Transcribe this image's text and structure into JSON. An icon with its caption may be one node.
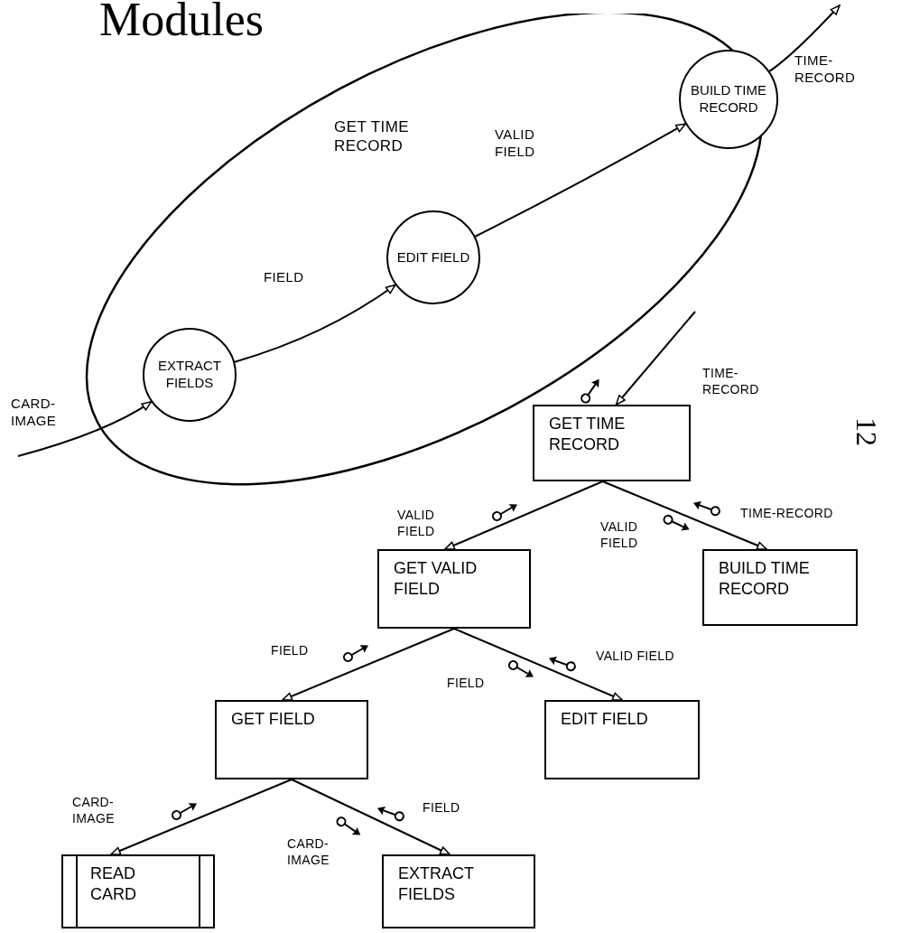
{
  "diagram": {
    "title": "Modules",
    "nodes": [
      {
        "text": [
          "GET TIME RECORD"
        ]
      },
      {
        "text": [
          "EXTRACT FIELDS"
        ],
        "in": 0
      },
      {
        "text": [
          "EDIT FIELD"
        ],
        "in": 0
      },
      {
        "text": [
          "BUILD TIME RECORD"
        ]
      },
      {
        "text": [
          "GET TIME RECORD"
        ]
      },
      {
        "text": [
          "GET VALID FIELD"
        ]
      },
      {
        "text": [
          "BUILD TIME RECORD"
        ]
      },
      {
        "text": [
          "GET FIELD"
        ]
      },
      {
        "text": [
          "EDIT FIELD"
        ]
      },
      {
        "text": [
          "READ CARD"
        ]
      },
      {
        "text": [
          "EXTRACT FIELDS"
        ]
      }
    ],
    "edges": [
      {
        "from": null,
        "to": 1,
        "arrow": "to",
        "label": "CARD-IMAGE"
      },
      {
        "from": 1,
        "to": 2,
        "arrow": "to",
        "label": "FIELD"
      },
      {
        "from": 2,
        "to": 3,
        "arrow": "to",
        "label": "VALID FIELD"
      },
      {
        "from": 3,
        "to": null,
        "arrow": "to",
        "label": "TIME-RECORD"
      },
      {
        "from": null,
        "to": 4,
        "arrow": "to"
      },
      {
        "from": 4,
        "to": 5,
        "arrow": "to"
      },
      {
        "from": 4,
        "to": 6,
        "arrow": "to"
      },
      {
        "from": 5,
        "to": 7,
        "arrow": "to"
      },
      {
        "from": 5,
        "to": 8,
        "arrow": "to"
      },
      {
        "from": 7,
        "to": 9,
        "arrow": "to"
      },
      {
        "from": 7,
        "to": 10,
        "arrow": "to"
      }
    ],
    "labels": [
      "TIME-RECORD",
      "12",
      "VALID FIELD",
      "TIME-RECORD",
      "VALID FIELD",
      "FIELD",
      "VALID FIELD",
      "FIELD",
      "CARD-IMAGE",
      "FIELD",
      "CARD-IMAGE"
    ]
  }
}
